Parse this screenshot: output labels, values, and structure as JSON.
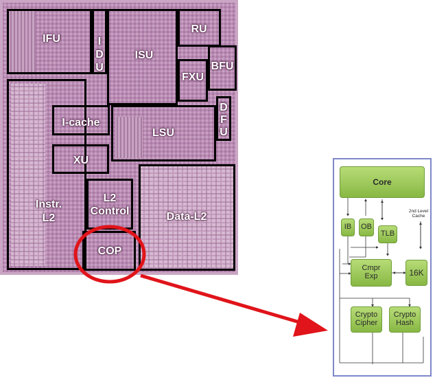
{
  "die": {
    "blocks": {
      "ifu": "IFU",
      "idu": [
        "I",
        "D",
        "U"
      ],
      "isu": "ISU",
      "ru": "RU",
      "bfu": "BFU",
      "fxu": "FXU",
      "icache": "I-cache",
      "dfu": [
        "D",
        "F",
        "U"
      ],
      "lsu": "LSU",
      "xu": "XU",
      "instr_l2": [
        "Instr.",
        "L2"
      ],
      "l2_control": [
        "L2",
        "Control"
      ],
      "cop": "COP",
      "data_l2": "Data-L2"
    },
    "colors": {
      "die_fill": "#b98bb4",
      "block_border": "#000000",
      "highlight": "#e0141a"
    }
  },
  "coprocessor": {
    "core": "Core",
    "ib": "IB",
    "ob": "OB",
    "tlb": "TLB",
    "cache_note": [
      "2nd Level",
      "Cache"
    ],
    "cmpr_exp": [
      "Cmpr",
      "Exp"
    ],
    "buf_16k": "16K",
    "crypto_cipher": [
      "Crypto",
      "Cipher"
    ],
    "crypto_hash": [
      "Crypto",
      "Hash"
    ],
    "colors": {
      "border": "#7d87c8",
      "box_fill": "#9ccb55",
      "box_border": "#6f9c3a"
    }
  }
}
